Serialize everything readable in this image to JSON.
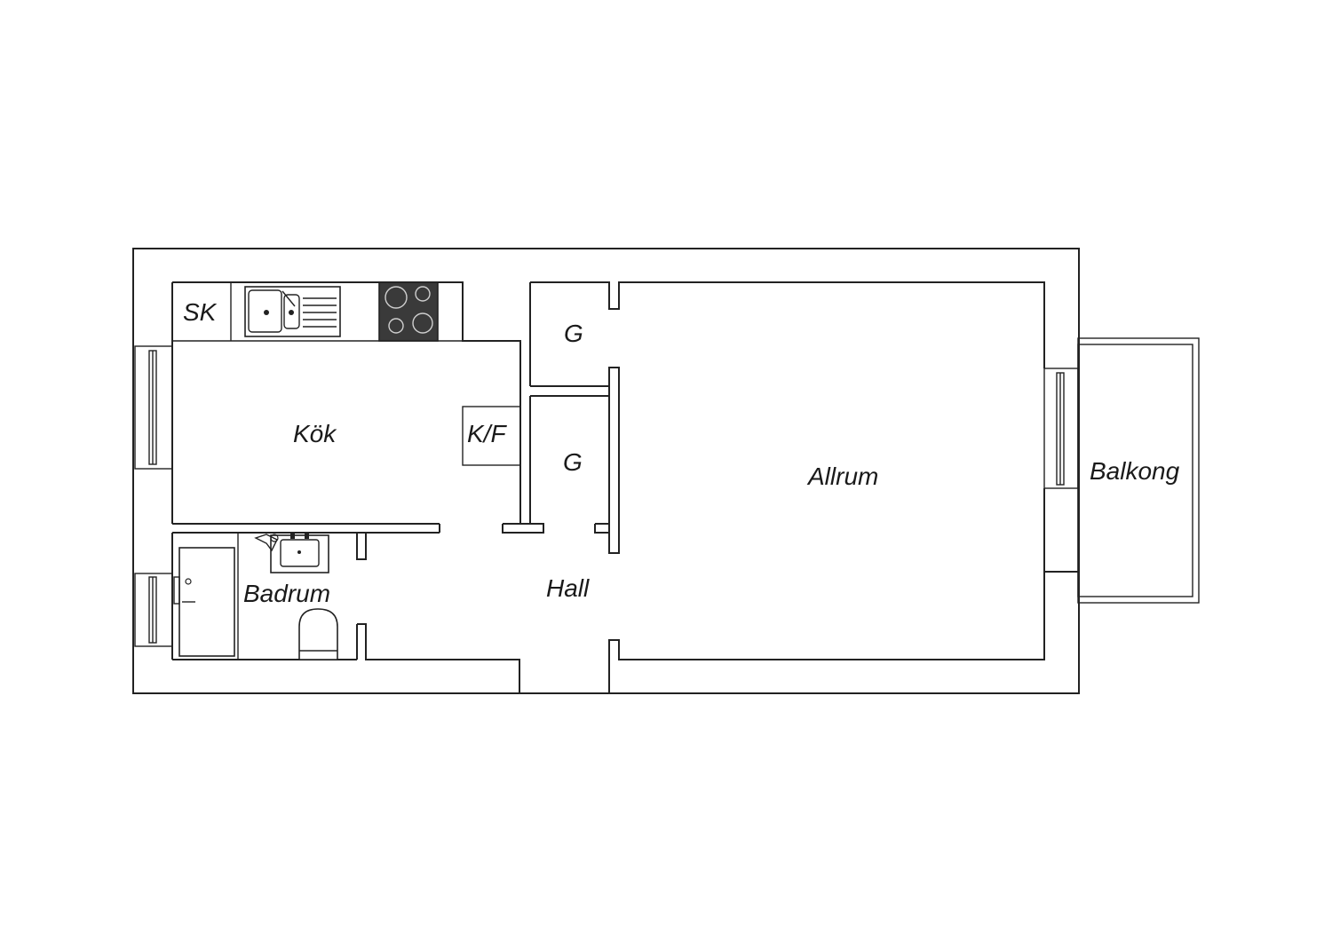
{
  "rooms": {
    "kitchen": "Kök",
    "storage_closet": "SK",
    "fridge_freezer": "K/F",
    "wardrobe_upper": "G",
    "wardrobe_lower": "G",
    "living_room": "Allrum",
    "balcony": "Balkong",
    "hall": "Hall",
    "bathroom": "Badrum"
  },
  "colors": {
    "wall": "#222222",
    "background": "#ffffff",
    "stove": "#3a3a3a"
  }
}
